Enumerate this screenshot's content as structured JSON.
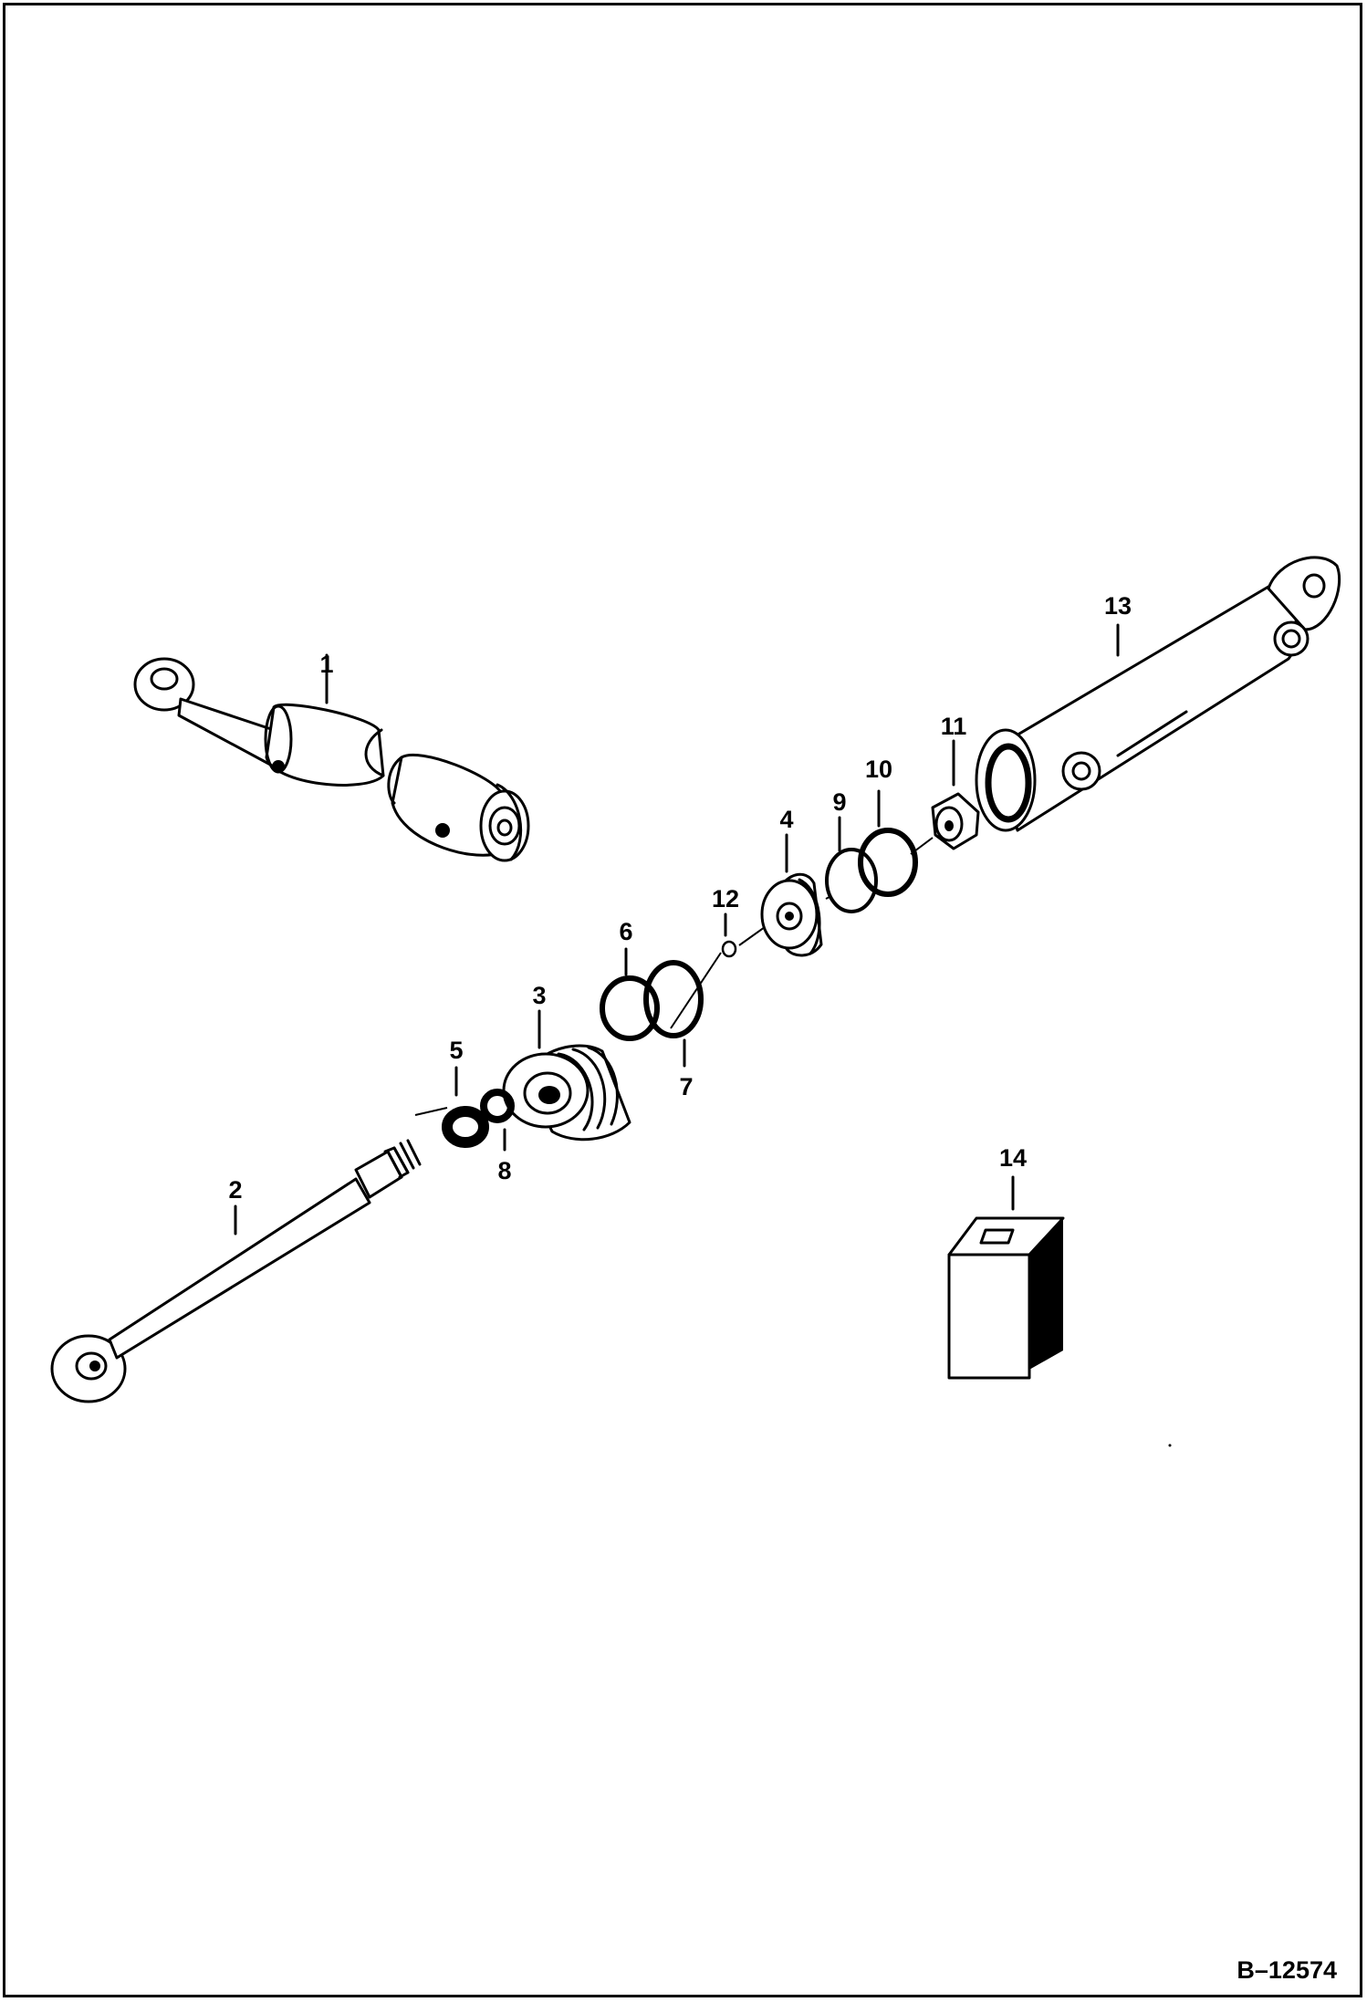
{
  "figure_number": "B–12574",
  "parts": [
    {
      "label": "1"
    },
    {
      "label": "2"
    },
    {
      "label": "3"
    },
    {
      "label": "4"
    },
    {
      "label": "5"
    },
    {
      "label": "6"
    },
    {
      "label": "7"
    },
    {
      "label": "8"
    },
    {
      "label": "9"
    },
    {
      "label": "10"
    },
    {
      "label": "11"
    },
    {
      "label": "12"
    },
    {
      "label": "13"
    },
    {
      "label": "14"
    }
  ]
}
